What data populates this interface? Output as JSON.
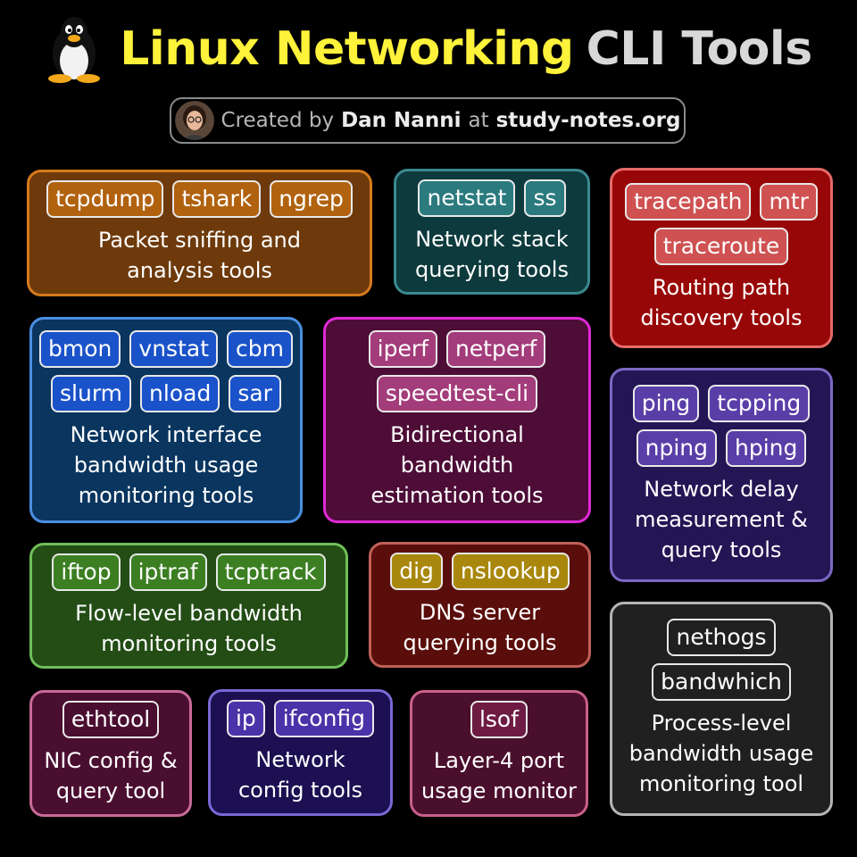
{
  "header": {
    "title_part1": "Linux Networking",
    "title_part2": "CLI Tools",
    "credit_prefix": "Created by",
    "credit_author": "Dan Nanni",
    "credit_mid": "at",
    "credit_site": "study-notes.org"
  },
  "categories": [
    {
      "id": "packet-sniffing",
      "rows": [
        [
          "tcpdump",
          "tshark",
          "ngrep"
        ]
      ],
      "description": "Packet sniffing and\nanalysis tools",
      "colors": {
        "bg": "#6e3a0b",
        "border": "#d77a1d",
        "chip": "#b1620f"
      }
    },
    {
      "id": "network-stack",
      "rows": [
        [
          "netstat",
          "ss"
        ]
      ],
      "description": "Network stack\nquerying tools",
      "colors": {
        "bg": "#0d3a3d",
        "border": "#3a8a8e",
        "chip": "#2a7a7e"
      }
    },
    {
      "id": "routing-path",
      "rows": [
        [
          "tracepath",
          "mtr"
        ],
        [
          "traceroute"
        ]
      ],
      "description": "Routing path\ndiscovery tools",
      "colors": {
        "bg": "#980707",
        "border": "#e56a6a",
        "chip": "#cf5151"
      }
    },
    {
      "id": "interface-bandwidth",
      "rows": [
        [
          "bmon",
          "vnstat",
          "cbm"
        ],
        [
          "slurm",
          "nload",
          "sar"
        ]
      ],
      "description": "Network interface\nbandwidth usage\nmonitoring tools",
      "colors": {
        "bg": "#09355f",
        "border": "#4b8fe0",
        "chip": "#1a52c9"
      }
    },
    {
      "id": "bidirectional-bandwidth",
      "rows": [
        [
          "iperf",
          "netperf"
        ],
        [
          "speedtest-cli"
        ]
      ],
      "description": "Bidirectional\nbandwidth\nestimation tools",
      "colors": {
        "bg": "#4d0d37",
        "border": "#e029d6",
        "chip": "#a33c7a"
      }
    },
    {
      "id": "network-delay",
      "rows": [
        [
          "ping",
          "tcpping"
        ],
        [
          "nping",
          "hping"
        ]
      ],
      "description": "Network delay\nmeasurement &\nquery  tools",
      "colors": {
        "bg": "#241655",
        "border": "#7c68c4",
        "chip": "#5a3ea8"
      }
    },
    {
      "id": "flow-bandwidth",
      "rows": [
        [
          "iftop",
          "iptraf",
          "tcptrack"
        ]
      ],
      "description": "Flow-level bandwidth\nmonitoring tools",
      "colors": {
        "bg": "#234d15",
        "border": "#6fbe58",
        "chip": "#3b7f22"
      }
    },
    {
      "id": "dns-server",
      "rows": [
        [
          "dig",
          "nslookup"
        ]
      ],
      "description": "DNS server\nquerying tools",
      "colors": {
        "bg": "#5a0e0b",
        "border": "#c06058",
        "chip": "#a8870c"
      }
    },
    {
      "id": "process-bandwidth",
      "rows": [
        [
          "nethogs"
        ],
        [
          "bandwhich"
        ]
      ],
      "description": "Process-level\nbandwidth usage\nmonitoring tool",
      "colors": {
        "bg": "#202020",
        "border": "#b5b5b5",
        "chip": "#202020"
      }
    },
    {
      "id": "nic-config",
      "rows": [
        [
          "ethtool"
        ]
      ],
      "description": "NIC config &\nquery tool",
      "colors": {
        "bg": "#4a0e30",
        "border": "#c86a98",
        "chip": "#4a0e30"
      }
    },
    {
      "id": "network-config",
      "rows": [
        [
          "ip",
          "ifconfig"
        ]
      ],
      "description": "Network\nconfig tools",
      "colors": {
        "bg": "#1c0f52",
        "border": "#7a68d4",
        "chip": "#4a32a8"
      }
    },
    {
      "id": "layer4-port",
      "rows": [
        [
          "lsof"
        ]
      ],
      "description": "Layer-4 port\nusage monitor",
      "colors": {
        "bg": "#4a0f2c",
        "border": "#c8608a",
        "chip": "#6e1b44"
      }
    }
  ]
}
